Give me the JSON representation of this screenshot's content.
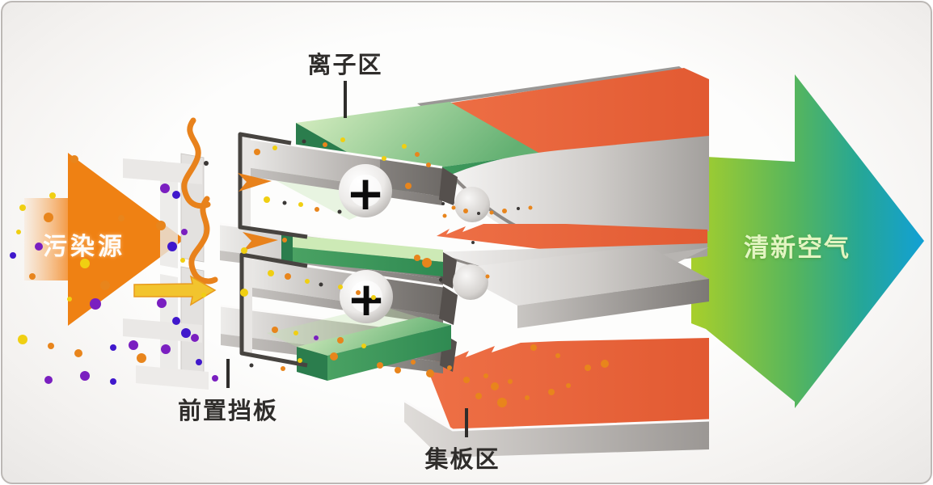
{
  "diagram": {
    "type": "electrostatic-air-purifier-principle",
    "labels": {
      "ion_zone": "离子区",
      "front_baffle": "前置挡板",
      "collector_zone": "集板区"
    },
    "flow": {
      "source": "污染源",
      "output": "清新空气"
    },
    "symbols": {
      "positive_charge": "+"
    },
    "colors": {
      "pollution_arrow": "#ef8113",
      "fresh_air_gradient_start": "#a8cf2b",
      "fresh_air_gradient_end": "#12a0d5",
      "ion_electrode_green": "#3f9b5e",
      "collected_dust_orange": "#e66540",
      "plate_gray": "#a5a19e",
      "label_text": "#2f2d2b",
      "airflow_wave_orange": "#e8821c"
    },
    "particle_colors": {
      "orange": "#e8851c",
      "yellow": "#f0cf12",
      "purple": "#7a1fc0",
      "indigo": "#4018cc",
      "dark": "#3b3836"
    }
  }
}
